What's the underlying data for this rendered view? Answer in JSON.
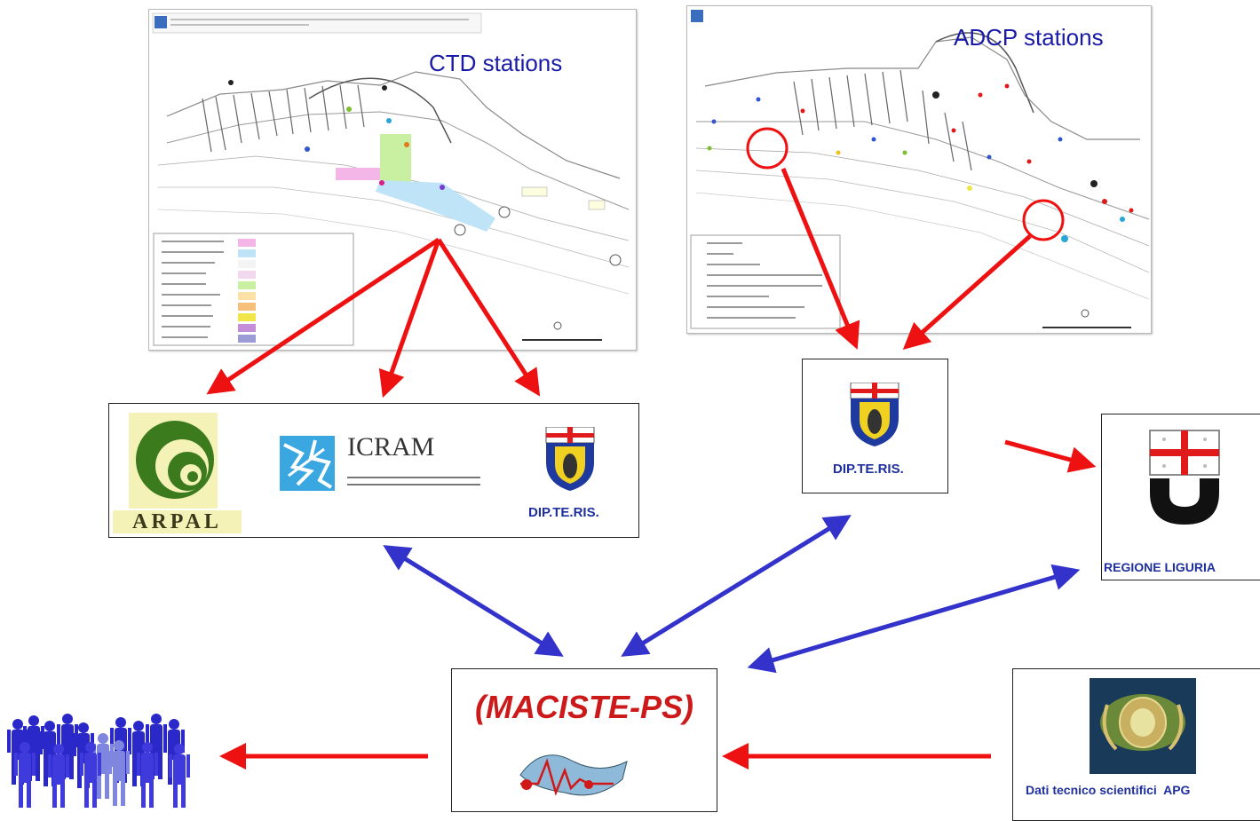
{
  "ctd_map": {
    "label": "CTD stations"
  },
  "adcp_map": {
    "label": "ADCP stations"
  },
  "partners": {
    "arpal": "ARPAL",
    "icram": "ICRAM",
    "dipteris": "DIP.TE.RIS."
  },
  "dipteris_box": {
    "label": "DIP.TE.RIS."
  },
  "regione_box": {
    "label": "REGIONE LIGURIA"
  },
  "maciste_box": {
    "label": "(MACISTE-PS)"
  },
  "apg_box": {
    "label": "Dati tecnico scientifici  APG"
  },
  "colors": {
    "red_arrow": "#ee1111",
    "blue_arrow": "#3333cc",
    "map_label": "#1a1aa8",
    "maciste_text": "#cc1a1a"
  },
  "icons": [
    "crowd-icon",
    "liguria-shield-icon",
    "genova-shield-icon",
    "arpal-logo-icon",
    "icram-logo-icon",
    "maciste-logo-icon",
    "apg-emblem-icon"
  ]
}
